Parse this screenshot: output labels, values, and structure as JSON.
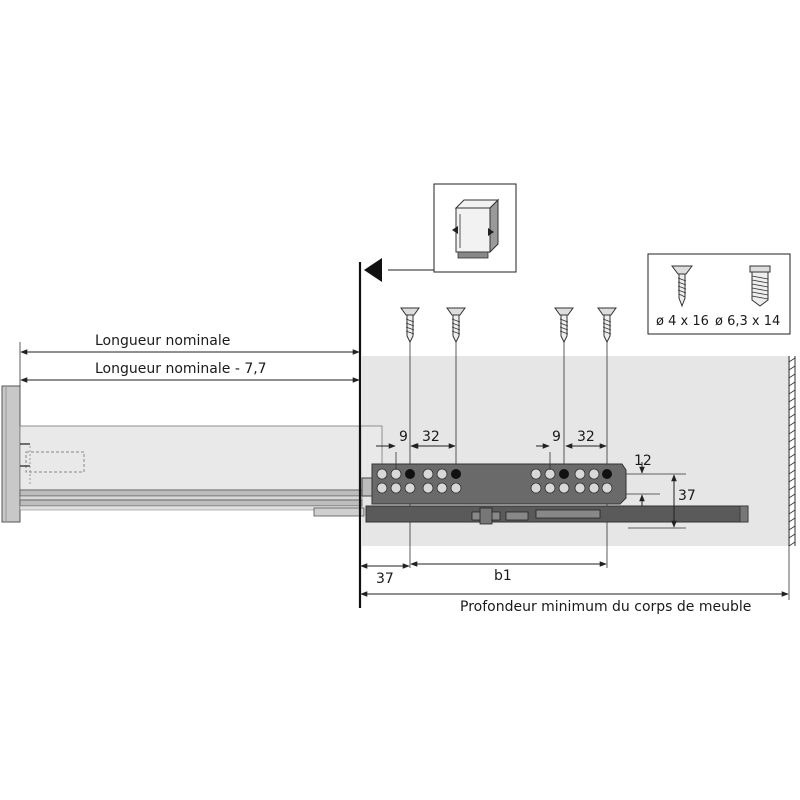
{
  "labels": {
    "nominal_length": "Longueur nominale",
    "nominal_length_minus": "Longueur nominale - 7,7",
    "min_depth": "Profondeur minimum du corps de meuble",
    "dim_9_a": "9",
    "dim_32_a": "32",
    "dim_9_b": "9",
    "dim_32_b": "32",
    "dim_12": "12",
    "dim_37_right": "37",
    "dim_37_bottom": "37",
    "dim_b1": "b1",
    "screw_small": "ø 4 x 16",
    "screw_large": "ø 6,3 x 14"
  },
  "colors": {
    "cabinet_fill": "#e6e6e6",
    "rail_dark": "#555555",
    "hole_open": "#cfcfcf",
    "hole_filled": "#111111"
  }
}
